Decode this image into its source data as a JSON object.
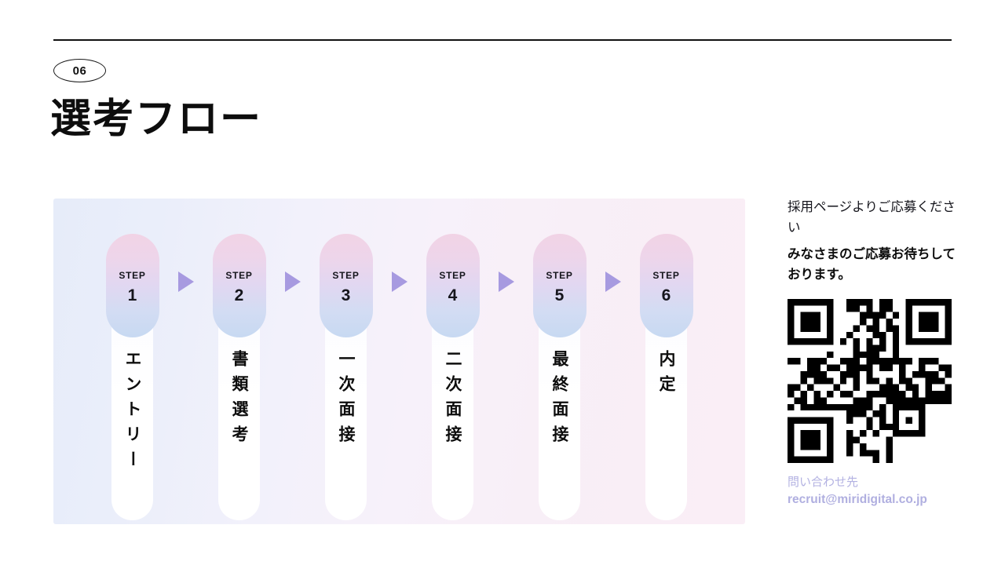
{
  "header": {
    "section_number": "06",
    "title": "選考フロー"
  },
  "flow": {
    "arrow_icon": "triangle-right-icon",
    "accent_arrow_color": "#a79ae0",
    "panel_gradient_from": "#e6ecf9",
    "panel_gradient_to": "#faeef6",
    "pill_gradient_from": "#f1d3e5",
    "pill_gradient_to": "#c7d9f2",
    "steps": [
      {
        "kicker": "STEP",
        "number": "1",
        "label": "エントリー"
      },
      {
        "kicker": "STEP",
        "number": "2",
        "label": "書類選考"
      },
      {
        "kicker": "STEP",
        "number": "3",
        "label": "一次面接"
      },
      {
        "kicker": "STEP",
        "number": "4",
        "label": "二次面接"
      },
      {
        "kicker": "STEP",
        "number": "5",
        "label": "最終面接"
      },
      {
        "kicker": "STEP",
        "number": "6",
        "label": "内定"
      }
    ]
  },
  "sidebar": {
    "note": "採用ページよりご応募ください",
    "note_strong": "みなさまのご応募お待ちしております。",
    "qr_icon": "qr-code-icon",
    "contact_label": "問い合わせ先",
    "contact_email": "recruit@miridigital.co.jp",
    "contact_color": "#b0afe0"
  }
}
